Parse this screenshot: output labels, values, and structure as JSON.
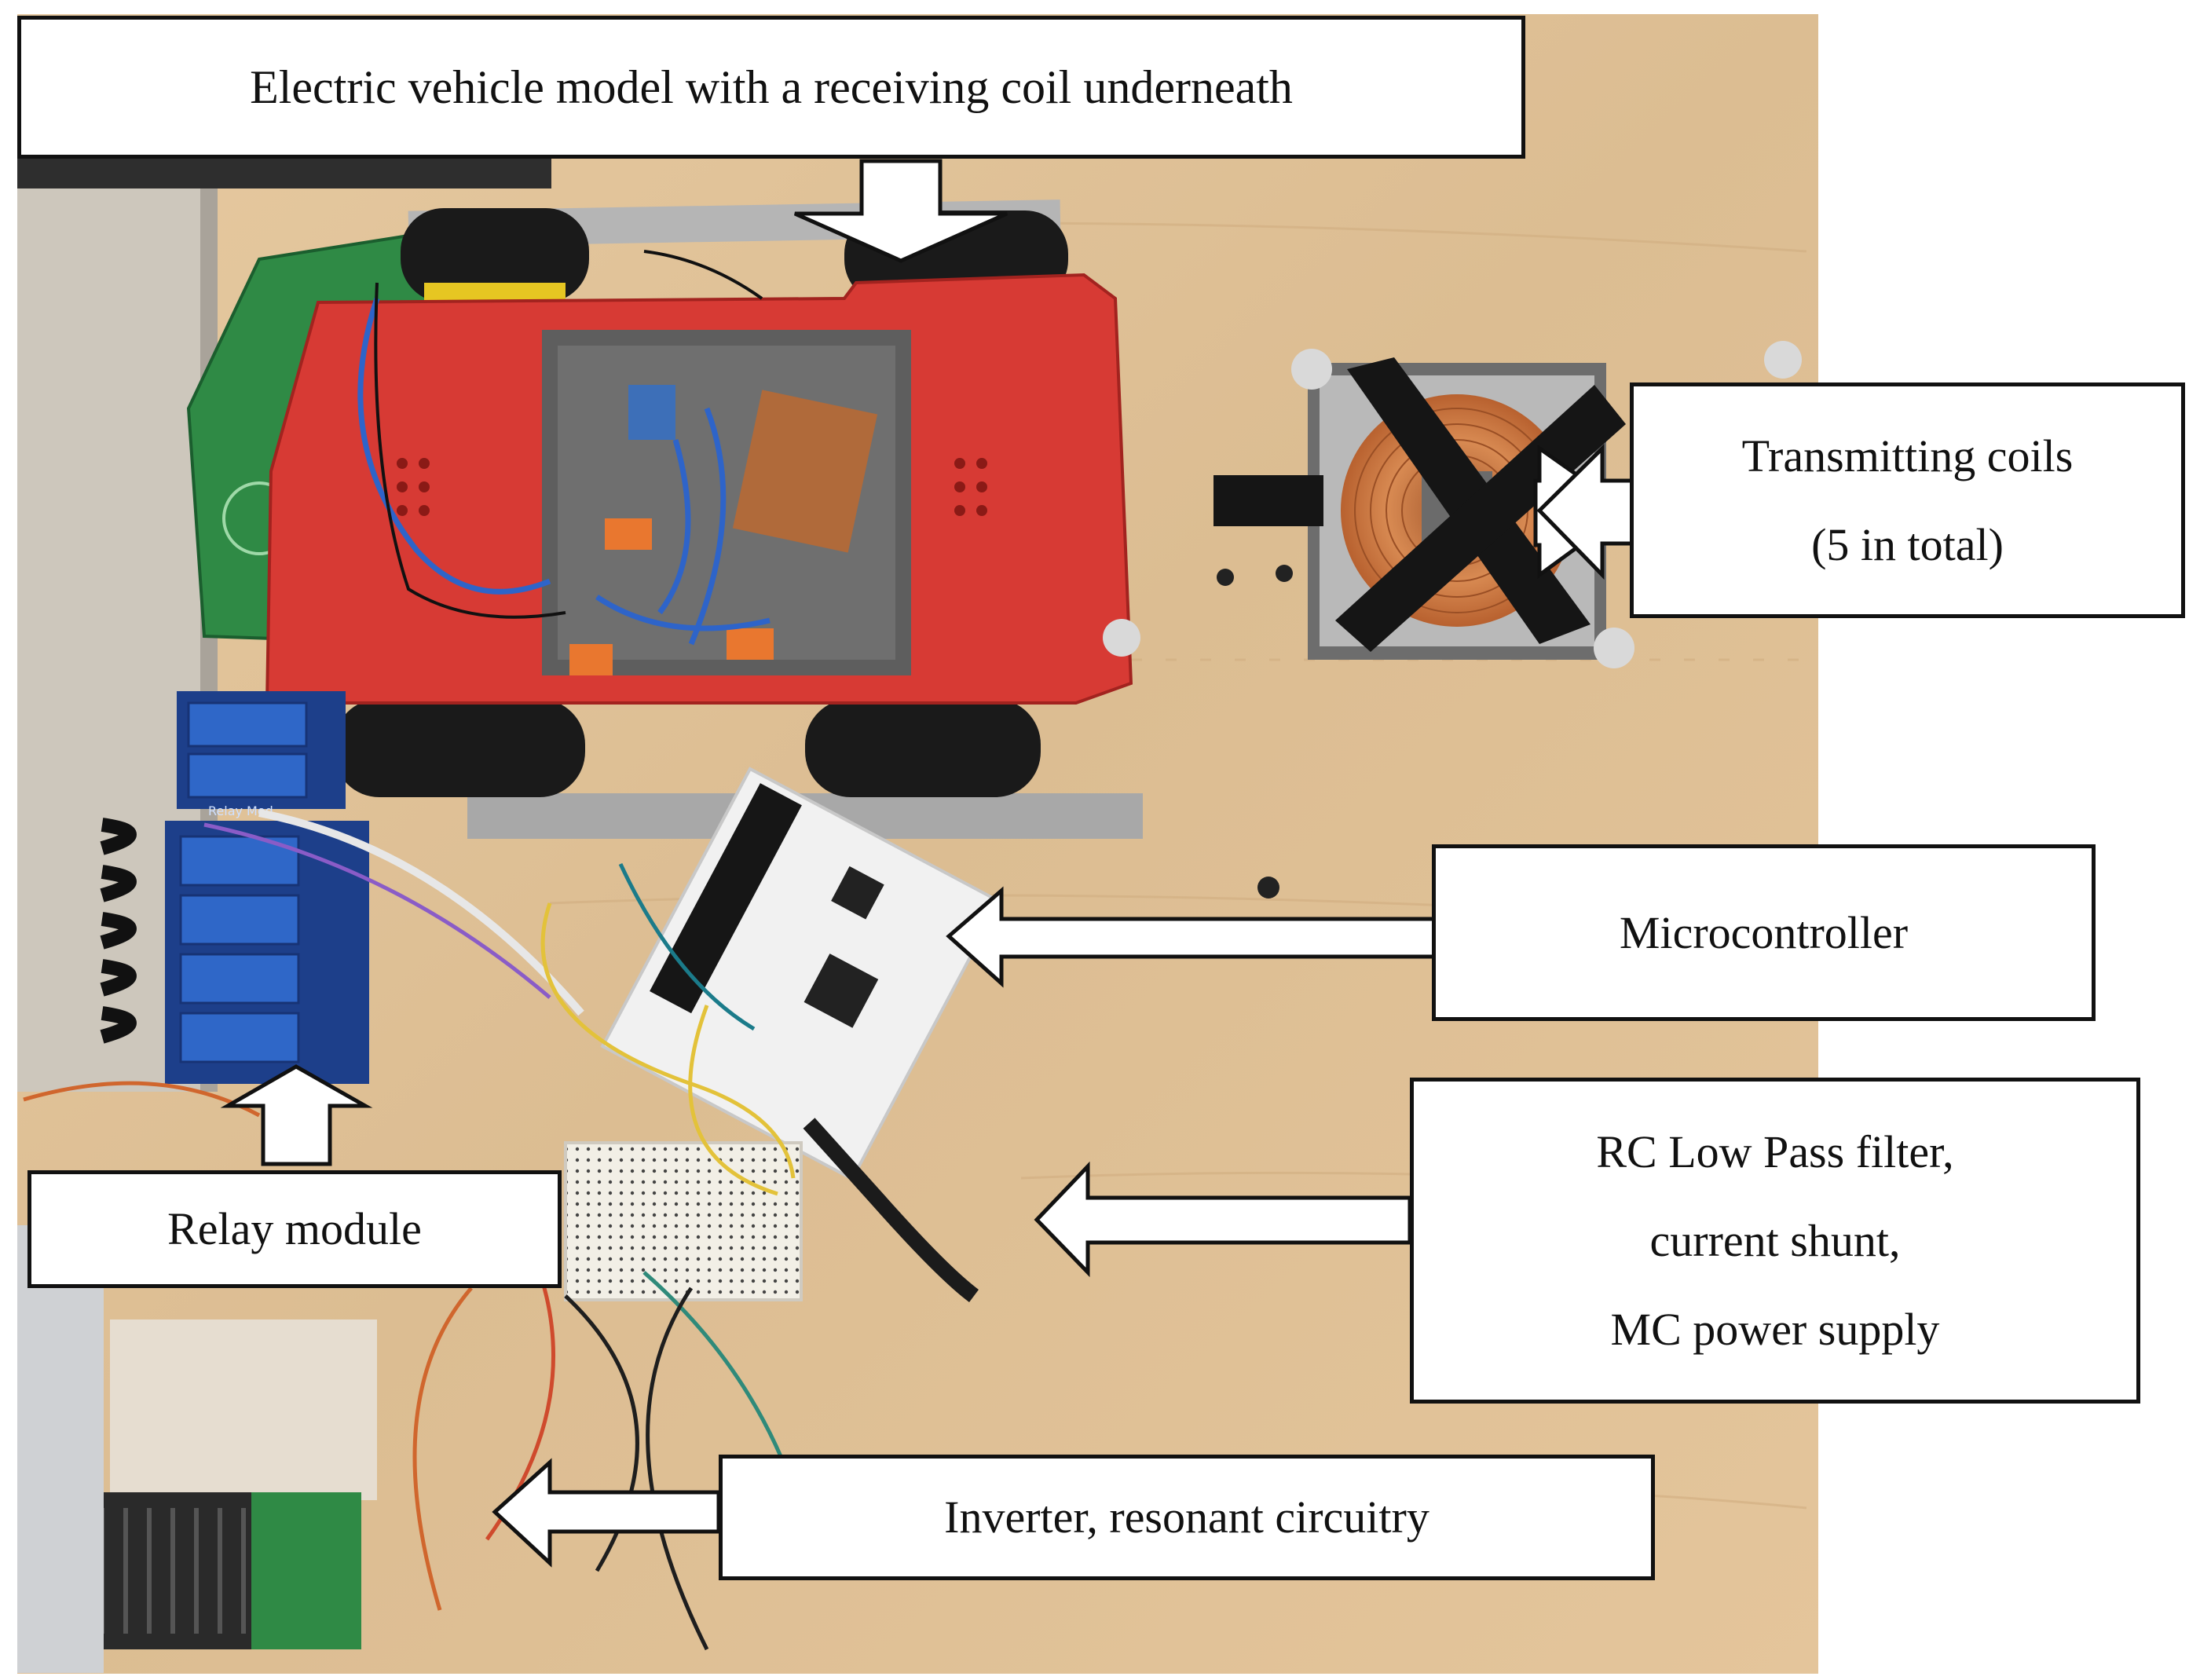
{
  "figure": {
    "description_colors": {
      "board": "#e2c49a",
      "car_body": "#d73a34",
      "tape": "#151515",
      "copper": "#c8743e"
    },
    "labels": {
      "ev_model": "Electric vehicle model with a receiving coil underneath",
      "transmitting_coils": [
        "Transmitting coils",
        "(5 in total)"
      ],
      "microcontroller": "Microcontroller",
      "filter": [
        "RC Low Pass filter,",
        "current shunt,",
        "MC power supply"
      ],
      "relay_module": "Relay module",
      "inverter": "Inverter, resonant circuitry"
    },
    "pcb_text": {
      "relay_board": "Relay Mod"
    }
  }
}
